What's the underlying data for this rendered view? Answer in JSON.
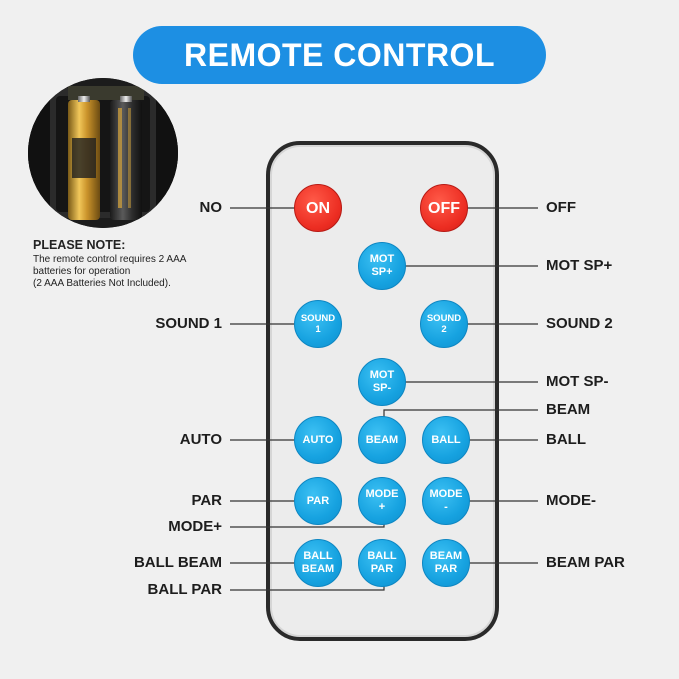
{
  "banner": {
    "title": "REMOTE CONTROL"
  },
  "note": {
    "title": "PLEASE NOTE:",
    "text": "The remote control requires 2 AAA\nbatteries for operation\n(2 AAA Batteries Not Included)."
  },
  "buttons": {
    "on": "ON",
    "off": "OFF",
    "mot_sp_plus": "MOT\nSP+",
    "sound_1": "SOUND\n1",
    "sound_2": "SOUND\n2",
    "mot_sp_minus": "MOT\nSP-",
    "auto": "AUTO",
    "beam": "BEAM",
    "ball": "BALL",
    "par": "PAR",
    "mode_plus": "MODE\n+",
    "mode_minus": "MODE\n-",
    "ball_beam": "BALL\nBEAM",
    "ball_par": "BALL\nPAR",
    "beam_par": "BEAM\nPAR"
  },
  "labels": {
    "no": "NO",
    "off": "OFF",
    "mot_sp_plus": "MOT SP+",
    "sound_1": "SOUND 1",
    "sound_2": "SOUND 2",
    "mot_sp_minus": "MOT SP-",
    "beam": "BEAM",
    "auto": "AUTO",
    "ball": "BALL",
    "par": "PAR",
    "mode_minus": "MODE-",
    "mode_plus": "MODE+",
    "ball_beam": "BALL BEAM",
    "beam_par": "BEAM PAR",
    "ball_par": "BALL PAR"
  },
  "colors": {
    "banner": "#1d8fe3",
    "button_blue": "#16a2e0",
    "button_red": "#ec2d22"
  }
}
